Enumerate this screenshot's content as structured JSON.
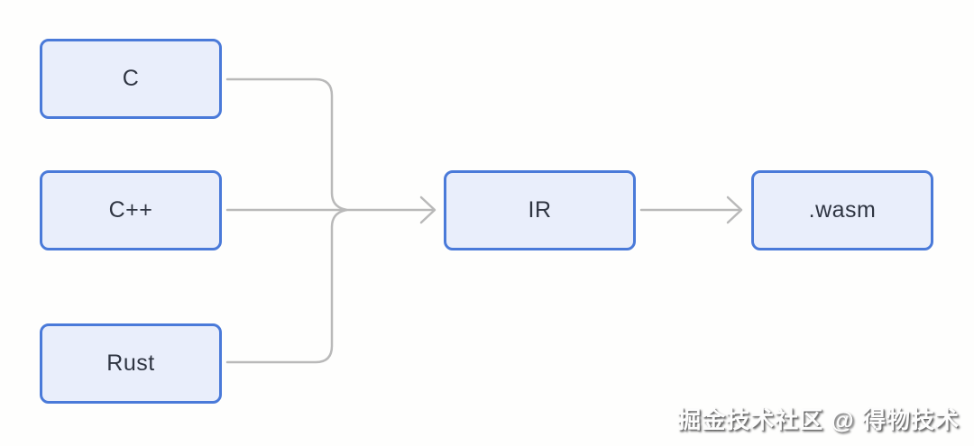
{
  "diagram": {
    "nodes": [
      {
        "id": "c",
        "label": "C"
      },
      {
        "id": "cpp",
        "label": "C++"
      },
      {
        "id": "rust",
        "label": "Rust"
      },
      {
        "id": "ir",
        "label": "IR"
      },
      {
        "id": "wasm",
        "label": ".wasm"
      }
    ],
    "edges": [
      {
        "from": "c",
        "to": "ir"
      },
      {
        "from": "cpp",
        "to": "ir"
      },
      {
        "from": "rust",
        "to": "ir"
      },
      {
        "from": "ir",
        "to": "wasm"
      }
    ],
    "colors": {
      "node_border": "#4a7ad9",
      "node_fill": "#e9eefb",
      "node_text": "#2f3542",
      "connector": "#b9b9b9",
      "background": "#fefefd"
    }
  },
  "watermark": {
    "text": "掘金技术社区 @ 得物技术"
  }
}
